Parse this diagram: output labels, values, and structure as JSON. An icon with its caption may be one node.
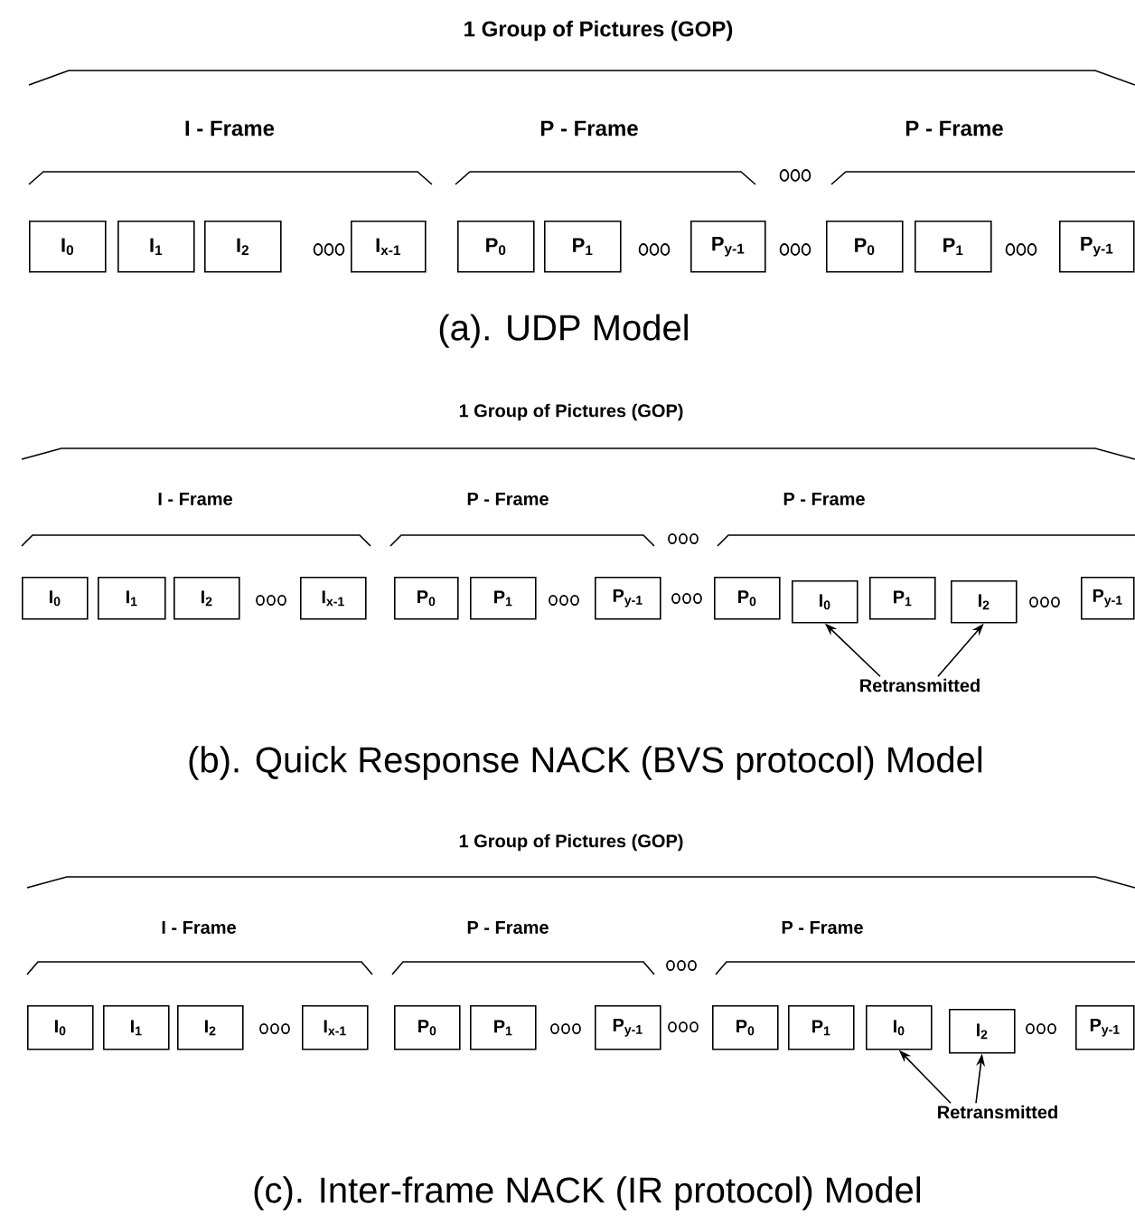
{
  "diagram": {
    "nodes": [
      {
        "text": [
          "I$_{0}$"
        ]
      },
      {
        "text": [
          "I$_{1}$"
        ]
      },
      {
        "text": [
          "I$_{2}$"
        ]
      },
      {
        "text": [
          "I$_{x-1}$"
        ]
      },
      {
        "text": [
          "P$_{0}$"
        ]
      },
      {
        "text": [
          "P$_{1}$"
        ]
      },
      {
        "text": [
          "P$_{y-1}$"
        ]
      },
      {
        "text": [
          "P$_{0}$"
        ]
      },
      {
        "text": [
          "P$_{1}$"
        ]
      },
      {
        "text": [
          "P$_{y-1}$"
        ]
      },
      {
        "text": [
          "I$_{0}$"
        ]
      },
      {
        "text": [
          "I$_{1}$"
        ]
      },
      {
        "text": [
          "I$_{2}$"
        ]
      },
      {
        "text": [
          "I$_{x-1}$"
        ]
      },
      {
        "text": [
          "P$_{0}$"
        ]
      },
      {
        "text": [
          "P$_{1}$"
        ]
      },
      {
        "text": [
          "P$_{y-1}$"
        ]
      },
      {
        "text": [
          "P$_{0}$"
        ]
      },
      {
        "text": [
          "I$_{0}$"
        ]
      },
      {
        "text": [
          "P$_{1}$"
        ]
      },
      {
        "text": [
          "I$_{2}$"
        ]
      },
      {
        "text": [
          "P$_{y-1}$"
        ]
      },
      {
        "text": [
          "Retransmitted"
        ]
      },
      {
        "text": [
          "I$_{0}$"
        ]
      },
      {
        "text": [
          "I$_{1}$"
        ]
      },
      {
        "text": [
          "I$_{2}$"
        ]
      },
      {
        "text": [
          "I$_{x-1}$"
        ]
      },
      {
        "text": [
          "P$_{0}$"
        ]
      },
      {
        "text": [
          "P$_{1}$"
        ]
      },
      {
        "text": [
          "P$_{y-1}$"
        ]
      },
      {
        "text": [
          "P$_{0}$"
        ]
      },
      {
        "text": [
          "P$_{1}$"
        ]
      },
      {
        "text": [
          "I$_{0}$"
        ]
      },
      {
        "text": [
          "I$_{2}$"
        ]
      },
      {
        "text": [
          "P$_{y-1}$"
        ]
      },
      {
        "text": [
          "Retransmitted"
        ]
      }
    ],
    "edges": [
      {
        "from": 22,
        "to": 18,
        "arrow": "to"
      },
      {
        "from": 22,
        "to": 20,
        "arrow": "to"
      },
      {
        "from": 35,
        "to": 32,
        "arrow": "to"
      },
      {
        "from": 35,
        "to": 33,
        "arrow": "to"
      }
    ],
    "labels": [
      "1 Group of Pictures (GOP)",
      "I - Frame",
      "P - Frame",
      "P - Frame",
      "(a). UDP Model",
      "1 Group of Pictures (GOP)",
      "I - Frame",
      "P - Frame",
      "P - Frame",
      "(b). Quick Response NACK (BVS protocol) Model",
      "1 Group of Pictures (GOP)",
      "I - Frame",
      "P - Frame",
      "P - Frame",
      "(c). Inter-frame NACK (IR protocol) Model"
    ]
  }
}
